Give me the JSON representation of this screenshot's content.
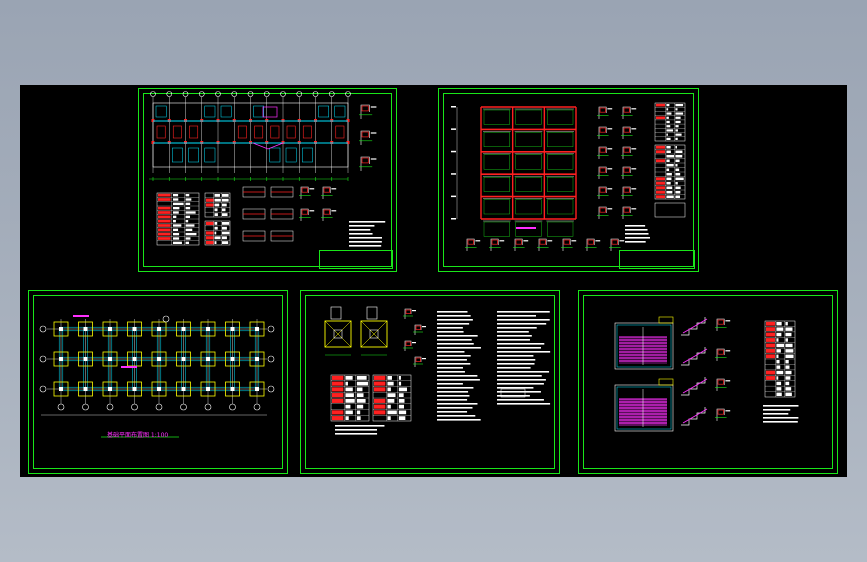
{
  "window": {
    "background_color": "#a3acba",
    "canvas_color": "#000000"
  },
  "colors": {
    "frame": "#19e619",
    "magenta": "#ff30ff",
    "red": "#ff2020",
    "cyan": "#00e5ff",
    "white": "#ffffff",
    "yellow": "#ffff00",
    "green": "#19e619"
  },
  "sheets": [
    {
      "id": "sheet-1",
      "kind": "floor-plan-with-details"
    },
    {
      "id": "sheet-2",
      "kind": "frame-elevation-with-details"
    },
    {
      "id": "sheet-3",
      "kind": "foundation-plan",
      "scale_label": "基础平面布置图 1:100"
    },
    {
      "id": "sheet-4",
      "kind": "foundation-details-and-notes"
    },
    {
      "id": "sheet-5",
      "kind": "stair-plans-and-details"
    }
  ]
}
